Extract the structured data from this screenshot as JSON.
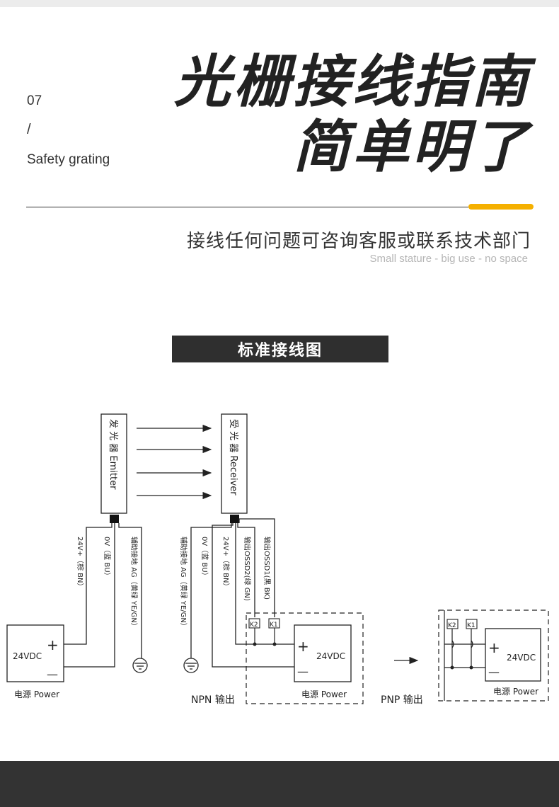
{
  "header": {
    "number": "07",
    "slash": "/",
    "label": "Safety grating",
    "title_line1": "光栅接线指南",
    "title_line2": "简单明了",
    "subtitle": "接线任何问题可咨询客服或联系技术部门",
    "subtitle_en": "Small stature - big use - no space"
  },
  "section_title": "标准接线图",
  "diagram": {
    "emitter_label": "发 光 器 Emitter",
    "receiver_label": "受 光 器 Receiver",
    "emitter_wires": [
      "24V+（棕 BN）",
      "0V（蓝 BU）",
      "辅助接地 AG（黄绿 YE/GN）"
    ],
    "receiver_wires": [
      "辅助接地 AG（黄绿 YE/GN）",
      "0V（蓝 BU）",
      "24V+（棕 BN）",
      "输出OSSD2(绿 GN)",
      "输出OSSD1(黑 BK)"
    ],
    "power_voltage": "24VDC",
    "power_label": "电源 Power",
    "plus": "+",
    "minus": "—",
    "relay_k1": "K1",
    "relay_k2": "K2",
    "npn_label": "NPN 输出",
    "pnp_label": "PNP 输出"
  },
  "colors": {
    "accent": "#f5b000",
    "banner": "#2f2f2f",
    "footer": "#333333"
  }
}
